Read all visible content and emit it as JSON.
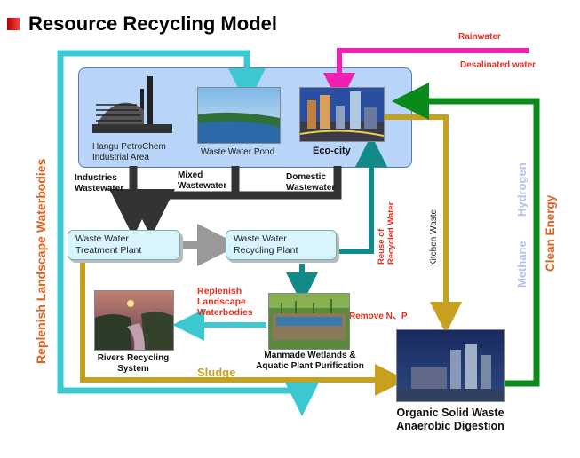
{
  "title": "Resource Recycling Model",
  "nodes": {
    "hangu": "Hangu PetroChem\nIndustrial Area",
    "pond": "Waste Water Pond",
    "ecocity": "Eco-city",
    "wwtp": "Waste Water\nTreatment Plant",
    "wwrp": "Waste Water\nRecycling Plant",
    "wetlands": "Manmade Wetlands &\nAquatic Plant Purification",
    "rivers": "Rivers Recycling\nSystem",
    "digestion": "Organic Solid Waste\nAnaerobic Digestion"
  },
  "flows": {
    "rainwater": "Rainwater",
    "desalinated": "Desalinated water",
    "industries": "Industries\nWastewater",
    "mixed": "Mixed\nWastewater",
    "domestic": "Domestic\nWastewater",
    "reuse": "Reuse of\nRecycled Water",
    "kitchen": "Kitchen Waste",
    "methane": "Methane",
    "hydrogen": "Hydrogen",
    "clean_energy": "Clean Energy",
    "replenish_left": "Replenish Landscape Waterbodies",
    "replenish_mid": "Replenish\nLandscape\nWaterbodies",
    "remove": "Remove N、P",
    "sludge": "Sludge"
  },
  "colors": {
    "cyan": "#3cc8d0",
    "teal": "#138a8a",
    "gold": "#c8a020",
    "green": "#0a8a1a",
    "magenta": "#f020b0",
    "dark": "#333333",
    "gray": "#999999"
  }
}
